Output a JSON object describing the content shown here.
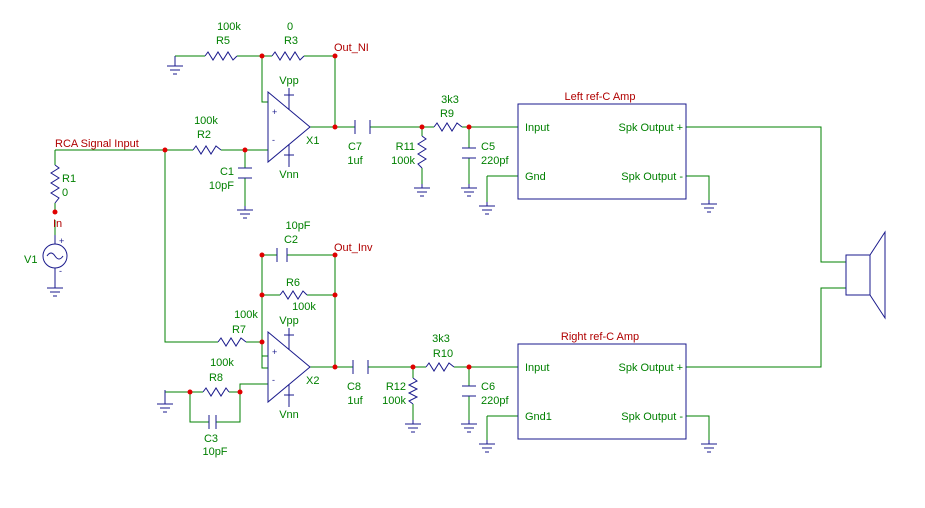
{
  "colors": {
    "wire": "#008000",
    "component": "#1a1a8c",
    "node": "#e00000",
    "net_label": "#b00000",
    "value_label": "#008000"
  },
  "nets": {
    "signal_input": "RCA Signal Input",
    "out_ni": "Out_NI",
    "out_inv": "Out_Inv",
    "in": "In"
  },
  "source": {
    "ref": "V1",
    "plus": "+",
    "minus": "-"
  },
  "resistors": {
    "R1": {
      "ref": "R1",
      "value": "0"
    },
    "R2": {
      "ref": "R2",
      "value": "100k"
    },
    "R3": {
      "ref": "R3",
      "value": "0"
    },
    "R5": {
      "ref": "R5",
      "value": "100k"
    },
    "R6": {
      "ref": "R6",
      "value": "100k"
    },
    "R7": {
      "ref": "R7",
      "value": "100k"
    },
    "R8": {
      "ref": "R8",
      "value": "100k"
    },
    "R9": {
      "ref": "R9",
      "value": "3k3"
    },
    "R10": {
      "ref": "R10",
      "value": "3k3"
    },
    "R11": {
      "ref": "R11",
      "value": "100k"
    },
    "R12": {
      "ref": "R12",
      "value": "100k"
    }
  },
  "capacitors": {
    "C1": {
      "ref": "C1",
      "value": "10pF"
    },
    "C2": {
      "ref": "C2",
      "value": "10pF"
    },
    "C3": {
      "ref": "C3",
      "value": "10pF"
    },
    "C5": {
      "ref": "C5",
      "value": "220pf"
    },
    "C6": {
      "ref": "C6",
      "value": "220pf"
    },
    "C7": {
      "ref": "C7",
      "value": "1uf"
    },
    "C8": {
      "ref": "C8",
      "value": "1uf"
    }
  },
  "opamps": {
    "X1": {
      "ref": "X1",
      "vpp": "Vpp",
      "vnn": "Vnn",
      "plus": "+",
      "minus": "-"
    },
    "X2": {
      "ref": "X2",
      "vpp": "Vpp",
      "vnn": "Vnn",
      "plus": "+",
      "minus": "-"
    }
  },
  "amps": {
    "left": {
      "title": "Left ref-C Amp",
      "input": "Input",
      "gnd": "Gnd",
      "spk_plus": "Spk Output +",
      "spk_minus": "Spk Output -"
    },
    "right": {
      "title": "Right ref-C Amp",
      "input": "Input",
      "gnd": "Gnd1",
      "spk_plus": "Spk Output +",
      "spk_minus": "Spk Output -"
    }
  },
  "speaker": {
    "icon": "speaker-icon"
  }
}
